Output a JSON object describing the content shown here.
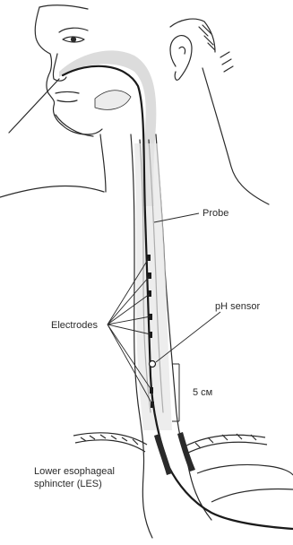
{
  "labels": {
    "probe": "Probe",
    "electrodes": "Electrodes",
    "ph_sensor": "pH sensor",
    "distance": "5 см",
    "les_line1": "Lower esophageal",
    "les_line2": "sphincter (LES)"
  },
  "colors": {
    "ink": "#2a2a2a",
    "stipple": "#c8c8c8",
    "background": "#ffffff"
  }
}
